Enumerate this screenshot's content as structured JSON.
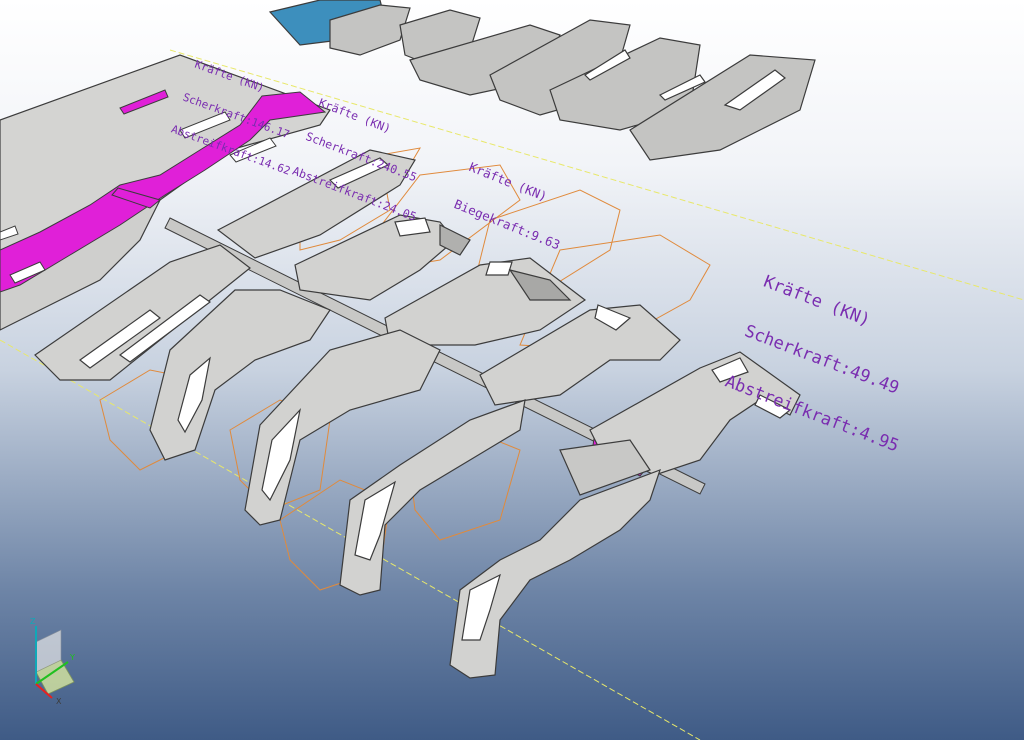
{
  "colors": {
    "part_fill": "#d2d2d0",
    "part_edge": "#3c3c3c",
    "highlight": "#e020d8",
    "blank_outline": "#e08a3c",
    "annotation": "#7a2db0",
    "construction_line": "#e8e86a",
    "axis_x": "#e82020",
    "axis_y": "#20c020",
    "axis_z": "#10a8b8"
  },
  "annotations": [
    {
      "title": "Kräfte (KN)",
      "lines": [
        "Scherkraft:146.17",
        "Abstreifkraft:14.62"
      ]
    },
    {
      "title": "Kräfte (KN)",
      "lines": [
        "Scherkraft:240.55",
        "Abstreifkraft:24.05"
      ]
    },
    {
      "title": "Kräfte (KN)",
      "lines": [
        "Biegekraft:9.63"
      ]
    },
    {
      "title": "Kräfte (KN)",
      "lines": [
        "Scherkraft:49.49",
        "Abstreifkraft:4.95"
      ]
    }
  ],
  "triad": {
    "x": "X",
    "y": "Y",
    "z": "Z"
  },
  "strip": {
    "stations_front": 5,
    "stations_back": 5
  }
}
